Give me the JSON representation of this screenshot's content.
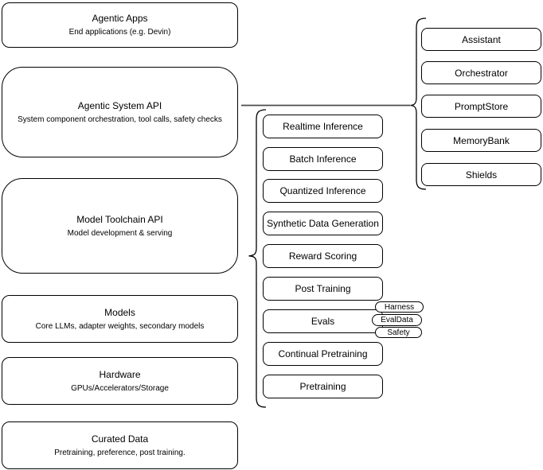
{
  "left_stack": [
    {
      "title": "Agentic Apps",
      "subtitle": "End applications (e.g. Devin)"
    },
    {
      "title": "Agentic System API",
      "subtitle": "System component orchestration, tool calls, safety checks"
    },
    {
      "title": "Model Toolchain API",
      "subtitle": "Model development & serving"
    },
    {
      "title": "Models",
      "subtitle": "Core LLMs, adapter weights, secondary models"
    },
    {
      "title": "Hardware",
      "subtitle": "GPUs/Accelerators/Storage"
    },
    {
      "title": "Curated Data",
      "subtitle": "Pretraining, preference, post training."
    }
  ],
  "toolchain_components": [
    "Realtime Inference",
    "Batch Inference",
    "Quantized Inference",
    "Synthetic Data Generation",
    "Reward Scoring",
    "Post Training",
    "Evals",
    "Continual Pretraining",
    "Pretraining"
  ],
  "evals_tags": [
    "Harness",
    "EvalData",
    "Safety"
  ],
  "system_components": [
    "Assistant",
    "Orchestrator",
    "PromptStore",
    "MemoryBank",
    "Shields"
  ],
  "colors": {
    "stroke": "#000000",
    "fill": "#ffffff",
    "background": "#ffffff",
    "connector": "#4d4d4d"
  }
}
